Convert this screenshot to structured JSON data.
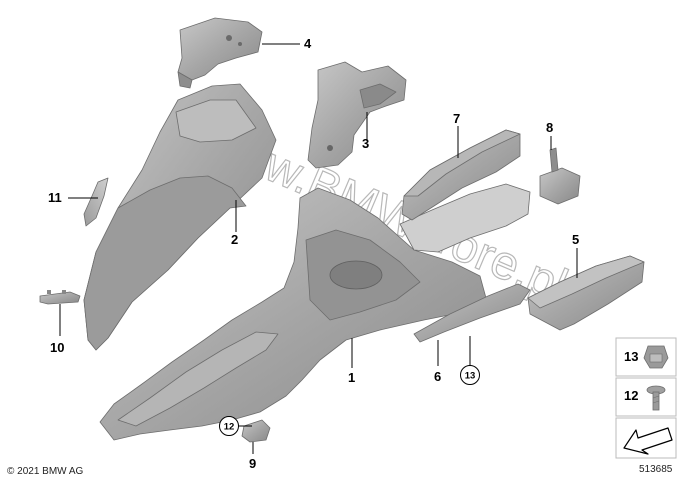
{
  "copyright": "© 2021 BMW AG",
  "diagram_id": "513685",
  "watermark": "www.BMW-Tore.pl",
  "colors": {
    "part_fill": "#a9a9a9",
    "part_shade": "#8c8c8c",
    "part_light": "#c9c9c9",
    "outline": "#6d6d6d",
    "callout": "#000000"
  },
  "callouts": [
    {
      "id": "1",
      "label": "1",
      "style": "plain"
    },
    {
      "id": "2",
      "label": "2",
      "style": "plain"
    },
    {
      "id": "3",
      "label": "3",
      "style": "plain"
    },
    {
      "id": "4",
      "label": "4",
      "style": "plain"
    },
    {
      "id": "5",
      "label": "5",
      "style": "plain"
    },
    {
      "id": "6",
      "label": "6",
      "style": "plain"
    },
    {
      "id": "7",
      "label": "7",
      "style": "plain"
    },
    {
      "id": "8",
      "label": "8",
      "style": "plain"
    },
    {
      "id": "9",
      "label": "9",
      "style": "plain"
    },
    {
      "id": "10",
      "label": "10",
      "style": "plain"
    },
    {
      "id": "11",
      "label": "11",
      "style": "plain"
    },
    {
      "id": "12",
      "label": "12",
      "style": "circled"
    },
    {
      "id": "13",
      "label": "13",
      "style": "circled"
    }
  ],
  "legend": [
    {
      "label": "13",
      "icon": "cage-nut-icon"
    },
    {
      "label": "12",
      "icon": "screw-icon"
    },
    {
      "label": "",
      "icon": "direction-arrow-icon"
    }
  ]
}
